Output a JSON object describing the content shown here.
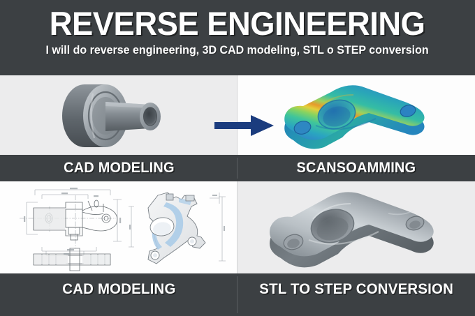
{
  "header": {
    "title": "REVERSE ENGINEERING",
    "subtitle": "I will do reverse engineering, 3D CAD modeling, STL o STEP conversion"
  },
  "panels": {
    "top_left": {
      "label": "CAD MODELING",
      "figure": "grey-bushing-3d-render",
      "background": "#ececed"
    },
    "top_right": {
      "label": "SCANSOAMMING",
      "figure": "fea-colormap-bracket-3d",
      "background": "#fdfdfd"
    },
    "bottom_left": {
      "label": "CAD MODELING",
      "figure": "technical-drawing-bracket",
      "background": "#fefefe"
    },
    "bottom_right": {
      "label": "STL TO STEP CONVERSION",
      "figure": "grey-bracket-3d-render",
      "background": "#ececed"
    }
  },
  "arrow": {
    "name": "process-arrow-right",
    "color": "#1b3c7e"
  },
  "colors": {
    "band_dark": "#3c4043",
    "text_light": "#ffffff",
    "arrow_blue": "#1b3c7e",
    "metal_light": "#d9dde0",
    "metal_mid": "#9aa1a7",
    "metal_dark": "#5d6469",
    "fea_teal": "#2fa9b4",
    "fea_blue": "#2b7fc4",
    "fea_green": "#4cc06a",
    "fea_yellow": "#e8d33a",
    "fea_orange": "#e89a2a",
    "cad_blue": "#aecde8",
    "drawing_line": "#8b9095"
  }
}
